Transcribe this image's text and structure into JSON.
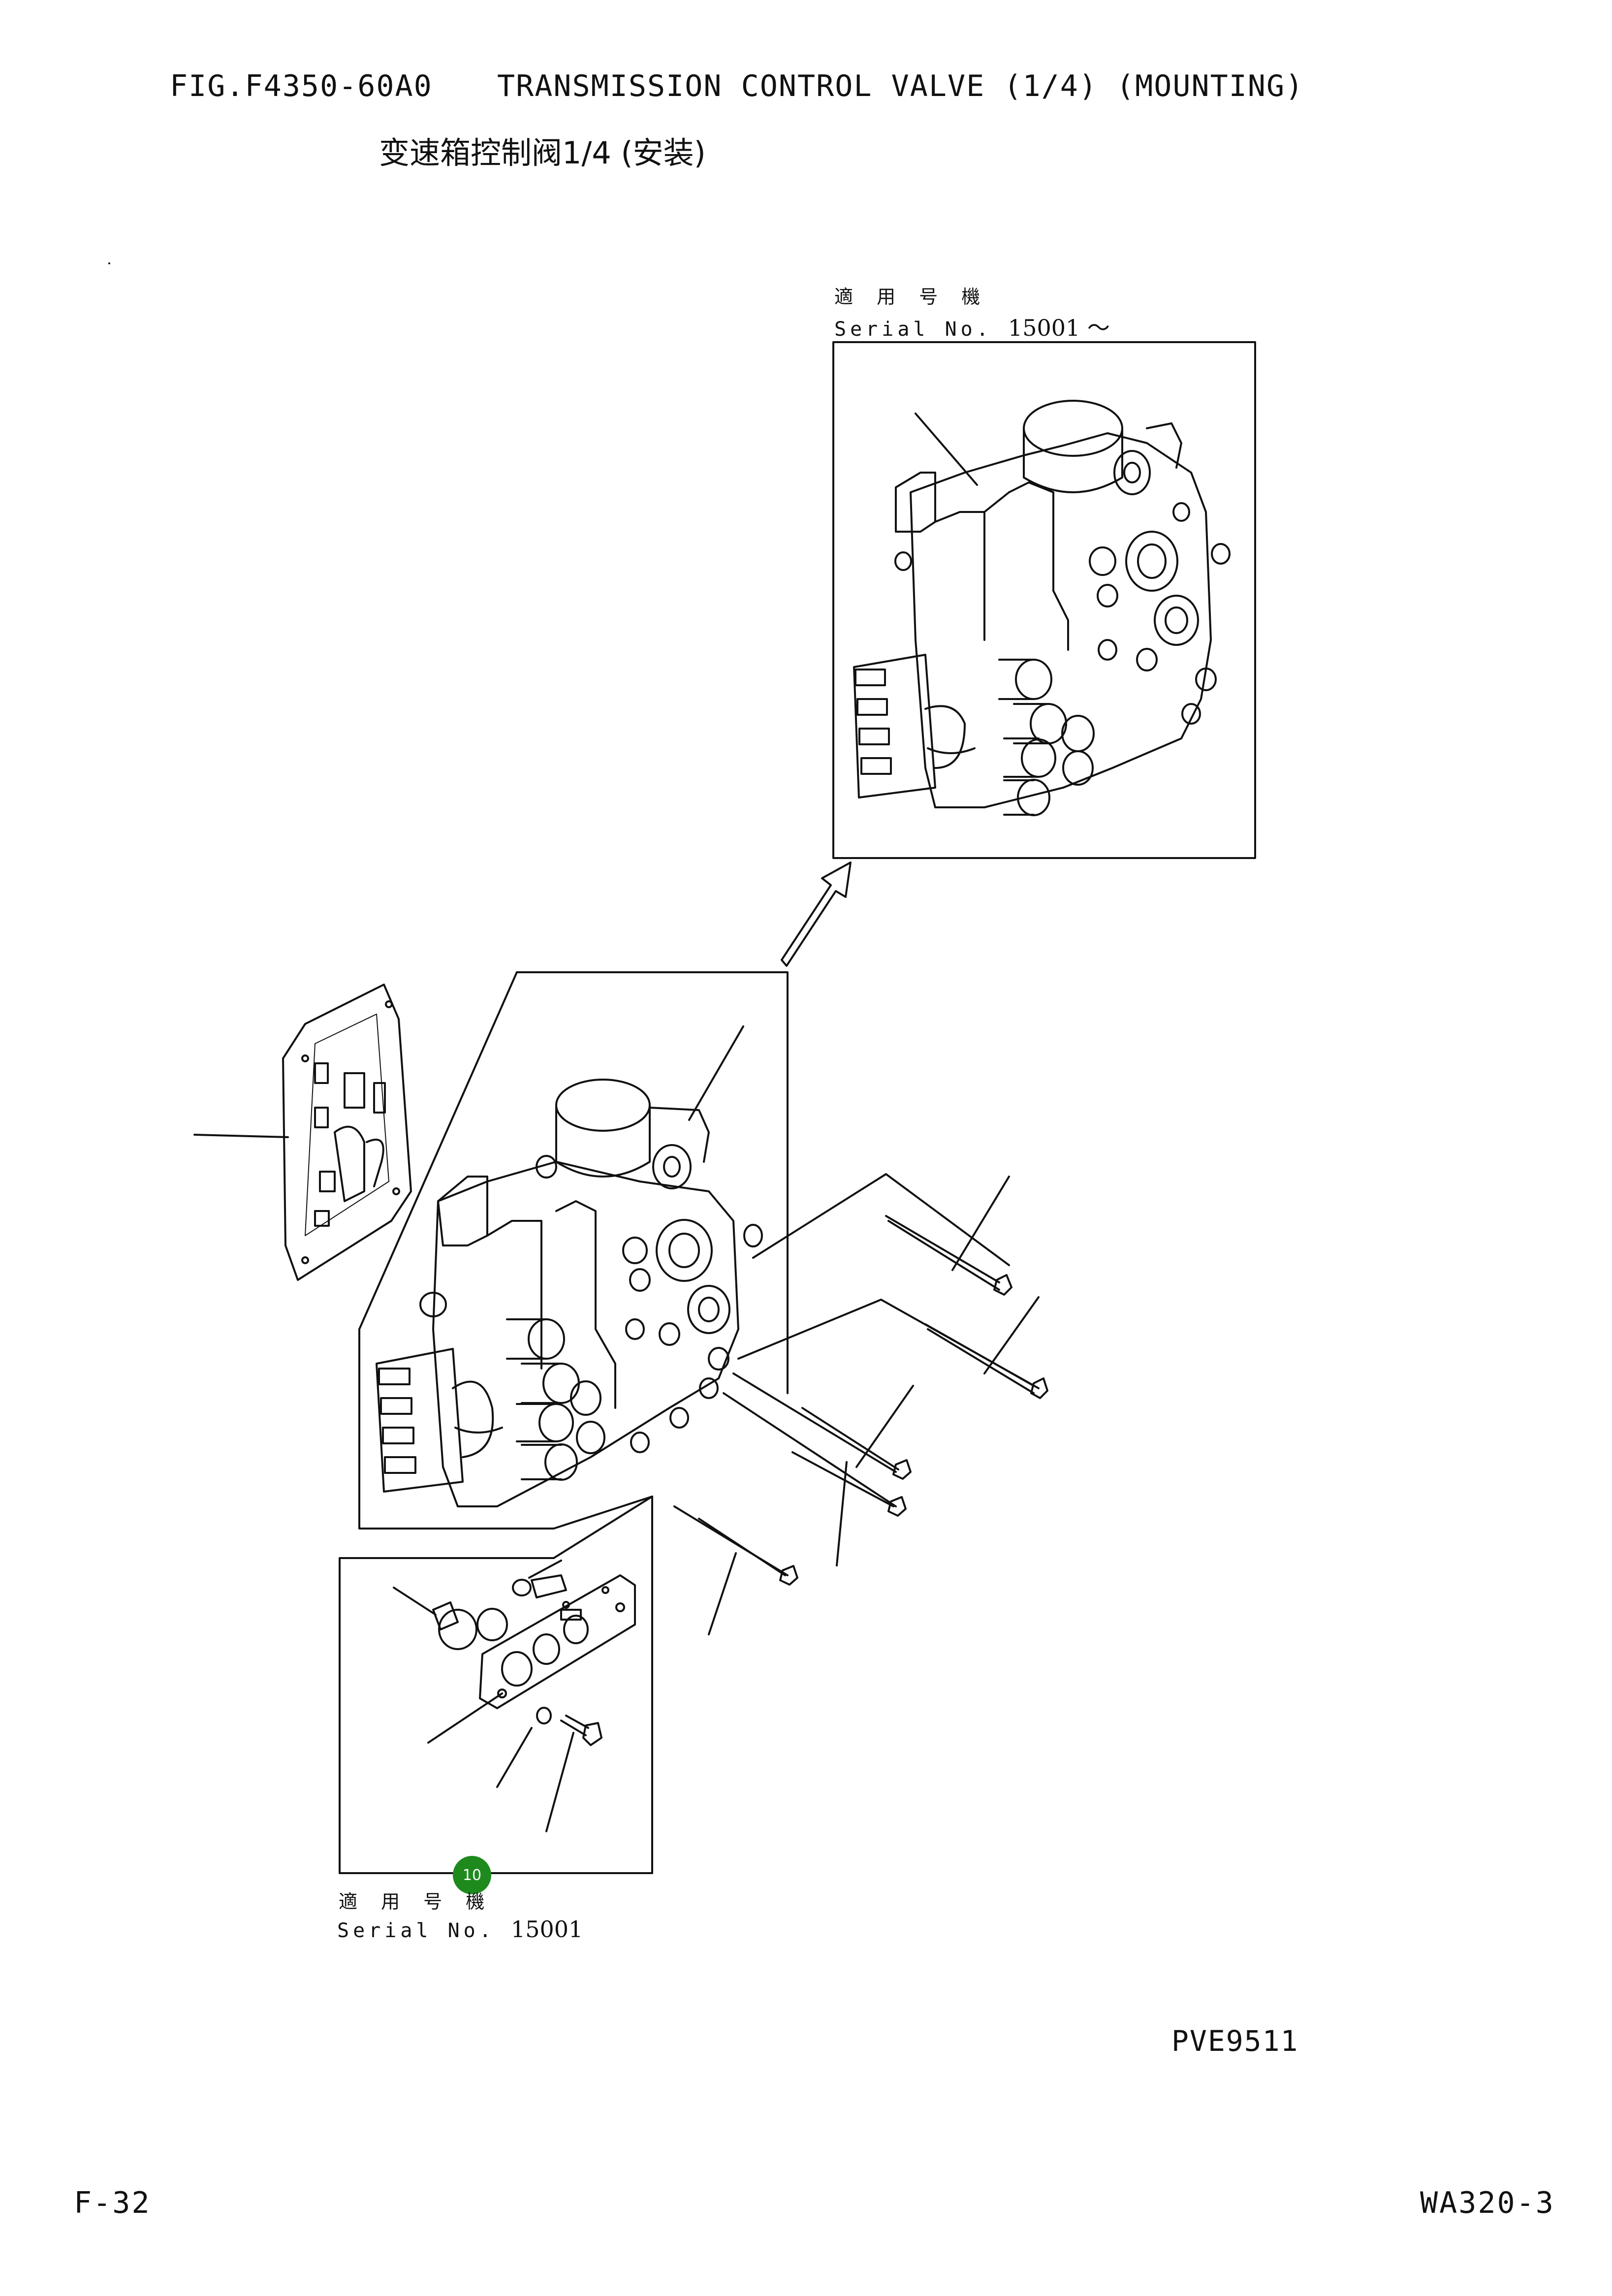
{
  "header": {
    "fig_code": "FIG.F4350-60A0",
    "title": "TRANSMISSION CONTROL VALVE (1/4) (MOUNTING)",
    "subtitle": "变速箱控制阀1/4 (安装)"
  },
  "inset_top": {
    "applicable_label": "適 用 号 機",
    "serial_prefix": "Serial No.",
    "serial_value": "15001 ～"
  },
  "inset_bottom": {
    "applicable_label": "適 用 号 機",
    "serial_prefix": "Serial No.",
    "serial_value": "15001"
  },
  "callout": {
    "number": "10",
    "color": "#1e8a1e"
  },
  "footer": {
    "drawing_code": "PVE9511",
    "page_number": "F-32",
    "model": "WA320-3"
  },
  "icons": [
    "gasket-plate",
    "control-valve-assembly",
    "bolt",
    "cover-plate",
    "arrow-up-right"
  ]
}
